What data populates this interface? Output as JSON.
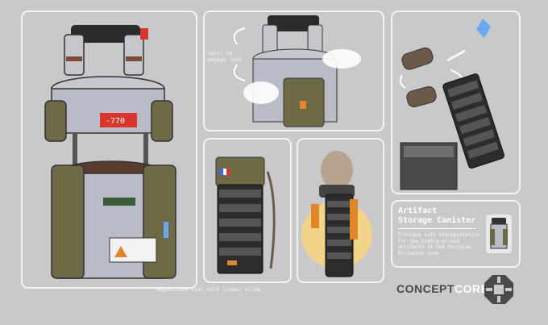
{
  "captions": {
    "twist": "Twist to engage lock",
    "seal": "Magnetised seal with linear slide",
    "canister_label": "-770"
  },
  "info": {
    "title_line1": "Artifact",
    "title_line2": "Storage Canister",
    "description": "Provides safe transportation for the highly-prized artifacts of the Parisian Exclusion zone"
  },
  "brand": {
    "left": "CONCEPT",
    "right": "CORE"
  },
  "colors": {
    "background": "#c9c9cb",
    "olive": "#6e6a45",
    "canister": "#b9bcc6",
    "accent_red": "#d9352f",
    "accent_orange": "#e0872b",
    "accent_blue": "#6aa9f0"
  }
}
